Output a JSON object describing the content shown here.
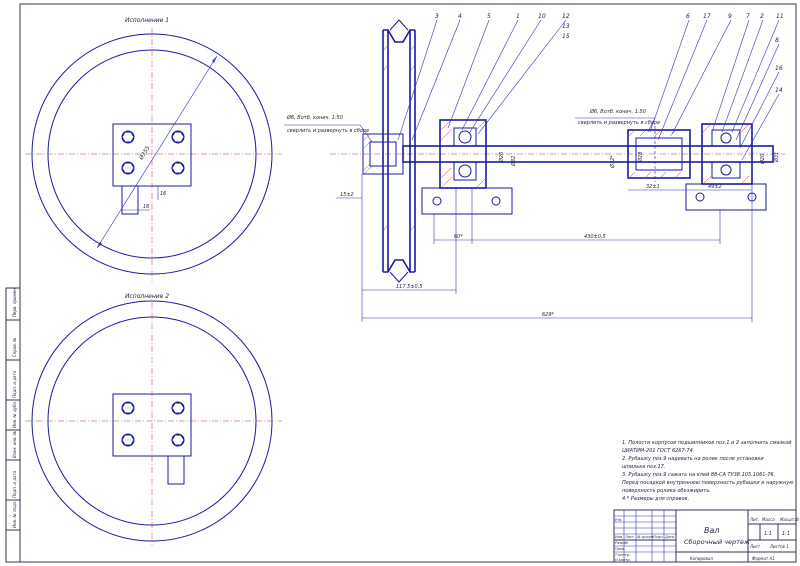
{
  "views": {
    "execution1": "Исполнение 1",
    "execution2": "Исполнение 2"
  },
  "left_dims": {
    "diameter": "Ø355",
    "small_a": "16",
    "small_b": "16"
  },
  "callouts": [
    "3",
    "4",
    "5",
    "1",
    "10",
    "12",
    "13",
    "15",
    "6",
    "17",
    "9",
    "7",
    "2",
    "11",
    "8",
    "16",
    "14"
  ],
  "notes_left": {
    "hole1": "Ø6, Вотб. конич. 1:50",
    "hole1b": "сверлить и развернуть в сборе"
  },
  "notes_right": {
    "hole2": "Ø6, Вотб. конич. 1:50",
    "hole2b": "сверлить и развернуть в сборе"
  },
  "dims": {
    "d15": "15±2",
    "d60": "60*",
    "d430": "430±0,5",
    "d1175": "117,5±0,5",
    "d629": "629*",
    "d325": "32±1",
    "d49": "49±2",
    "dia32": "Ø32",
    "dia20": "Ø20",
    "dia32b": "Ø32*",
    "dia28": "Ø28",
    "dia20b": "Ø20",
    "dia31": "Ø31"
  },
  "tech_notes": [
    "1. Полости корпусов подшипников поз.1 и 2 заполнить смазкой",
    "ЦИАТИМ-201 ГОСТ 6267-74.",
    "2. Рубашку поз.9 надевать на ролик после установки",
    "шпилька поз.17.",
    "3. Рубашку поз.9 сажать на клей 88-СА ТУ38.105.1061-76.",
    "Перед посадкой внутреннюю поверхность рубашки и наружную",
    "поверхность ролика обезжирить.",
    "4.* Размеры для справок."
  ],
  "titleblock": {
    "name": "Вал",
    "subtitle": "Сборочный чертеж",
    "lit_head": "Лит.",
    "mass_head": "Масса",
    "scale_head": "Масштаб",
    "mass": "1:1",
    "scale": "1:1",
    "sheet": "Лист",
    "sheets": "Листов 1",
    "hdr_cells": [
      "Изм.",
      "Лист",
      "№ докум.",
      "Подп.",
      "Дата"
    ],
    "rows": [
      "Разраб.",
      "Пров.",
      "Т.контр.",
      "Н.контр.",
      "Утв."
    ],
    "footer_copy": "Копировал",
    "footer_format": "Формат   A1"
  },
  "side_strip": [
    "Перв. примен.",
    "Справ. №",
    "Подп. и дата",
    "Инв. № дубл.",
    "Взам. инв. №",
    "Подп. и дата",
    "Инв. № подл."
  ]
}
